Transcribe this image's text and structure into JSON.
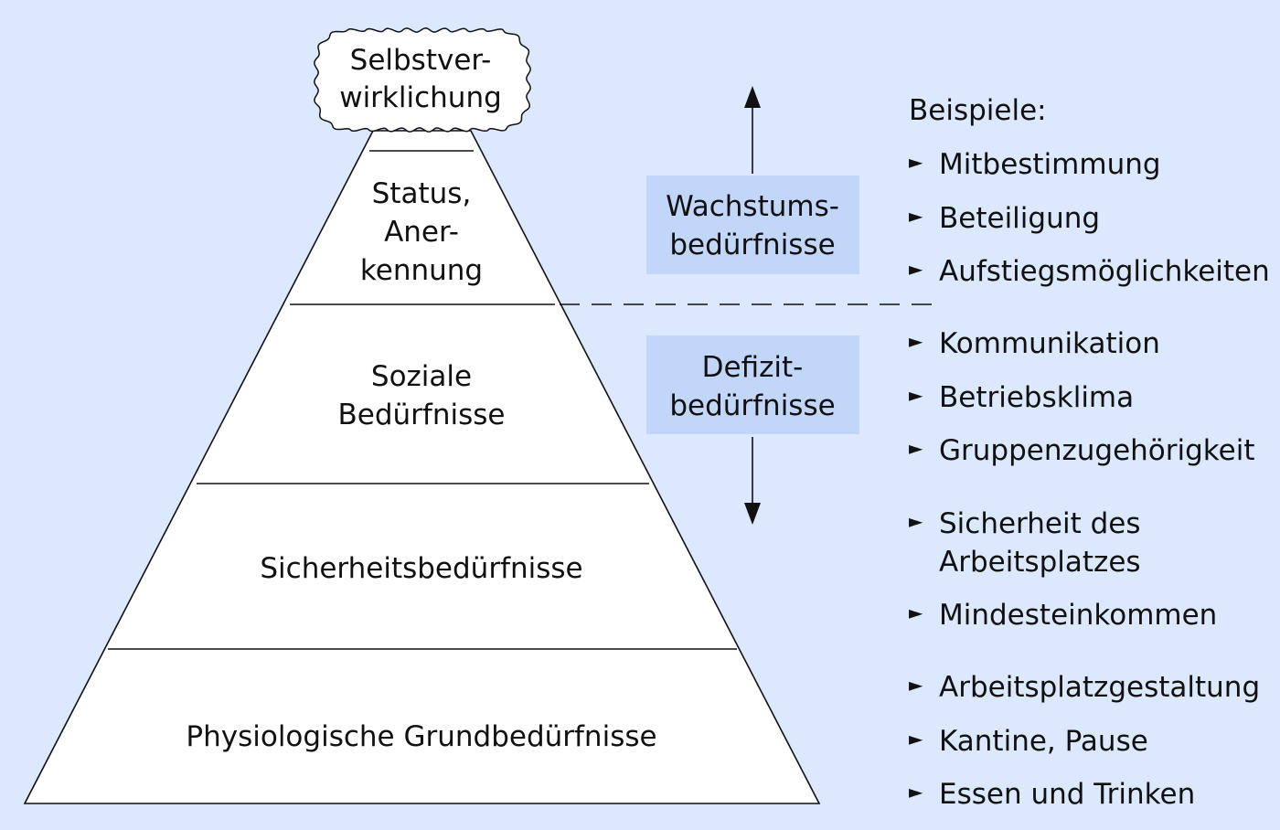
{
  "pyramid": {
    "top": [
      "Selbstver-",
      "wirklichung"
    ],
    "status": [
      "Status,",
      "Aner-",
      "kennung"
    ],
    "social": [
      "Soziale",
      "Bedürfnisse"
    ],
    "safety": [
      "Sicherheitsbedürfnisse"
    ],
    "physio": [
      "Physiologische Grundbedürfnisse"
    ]
  },
  "labels": {
    "growth": [
      "Wachstums-",
      "bedürfnisse"
    ],
    "deficit": [
      "Defizit-",
      "bedürfnisse"
    ]
  },
  "examples": {
    "heading": "Beispiele:",
    "bullet": "►",
    "growth": [
      "Mitbestimmung",
      "Beteiligung",
      "Aufstiegsmöglichkeiten"
    ],
    "social": [
      "Kommunikation",
      "Betriebsklima",
      "Gruppenzugehörigkeit"
    ],
    "safety": [
      [
        "Sicherheit des",
        "Arbeitsplatzes"
      ],
      [
        "Mindesteinkommen"
      ]
    ],
    "physio": [
      "Arbeitsplatzgestaltung",
      "Kantine, Pause",
      "Essen und Trinken"
    ]
  },
  "colors": {
    "background": "#dbe8fd",
    "label_box": "#c2d6fa",
    "pyramid_fill": "#ffffff",
    "line": "#111111"
  }
}
